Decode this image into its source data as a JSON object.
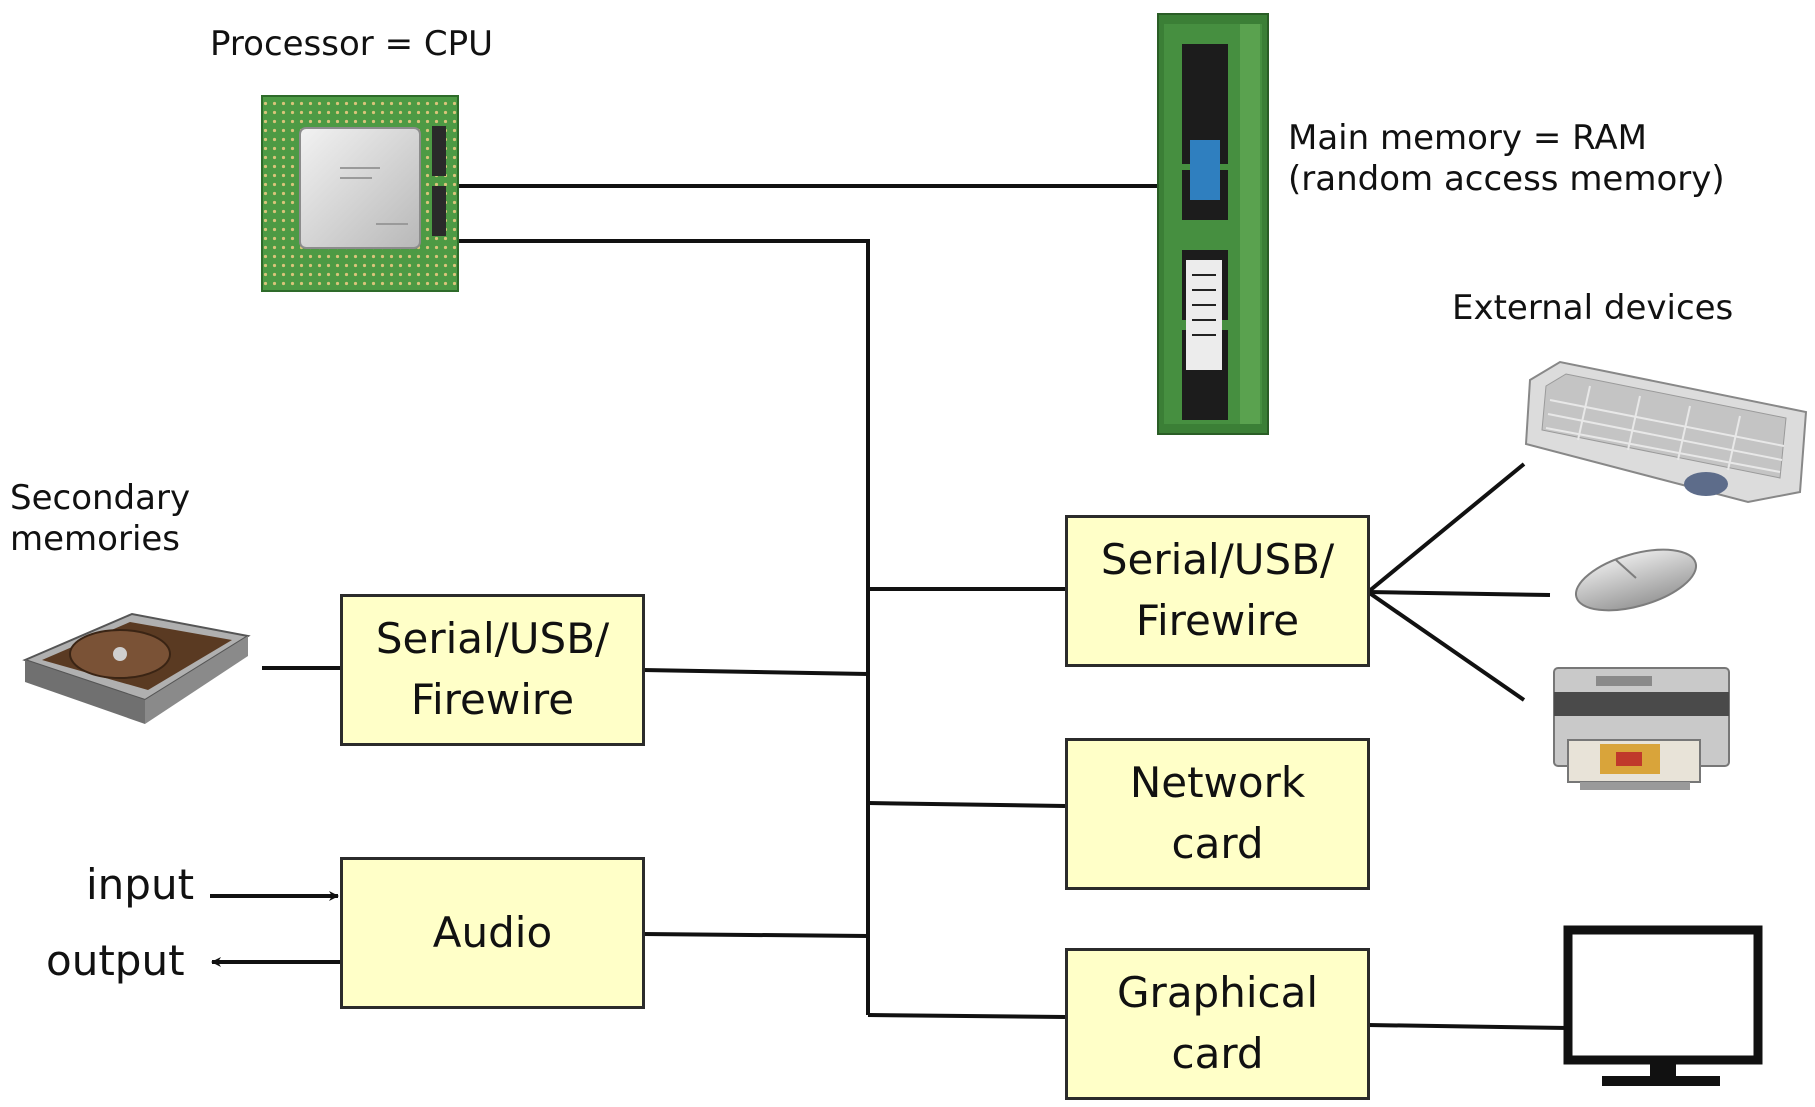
{
  "labels": {
    "cpu": "Processor = CPU",
    "ram_line1": "Main memory = RAM",
    "ram_line2": "(random access memory)",
    "external_devices": "External devices",
    "secondary_line1": "Secondary",
    "secondary_line2": "memories"
  },
  "boxes": {
    "serial_left": "Serial/USB/\nFirewire",
    "audio": "Audio",
    "serial_right": "Serial/USB/\nFirewire",
    "network": "Network\ncard",
    "graphical": "Graphical\ncard"
  },
  "audio_io": {
    "input": "input",
    "output": "output"
  },
  "icons": {
    "cpu": "cpu-chip-icon",
    "ram": "ram-module-icon",
    "hard_drive": "hard-drive-icon",
    "keyboard": "keyboard-icon",
    "mouse": "mouse-icon",
    "printer": "printer-icon",
    "monitor": "monitor-icon"
  },
  "colors": {
    "box_fill": "#ffffc8",
    "line": "#111111",
    "pcb_green": "#3f8f3a"
  }
}
